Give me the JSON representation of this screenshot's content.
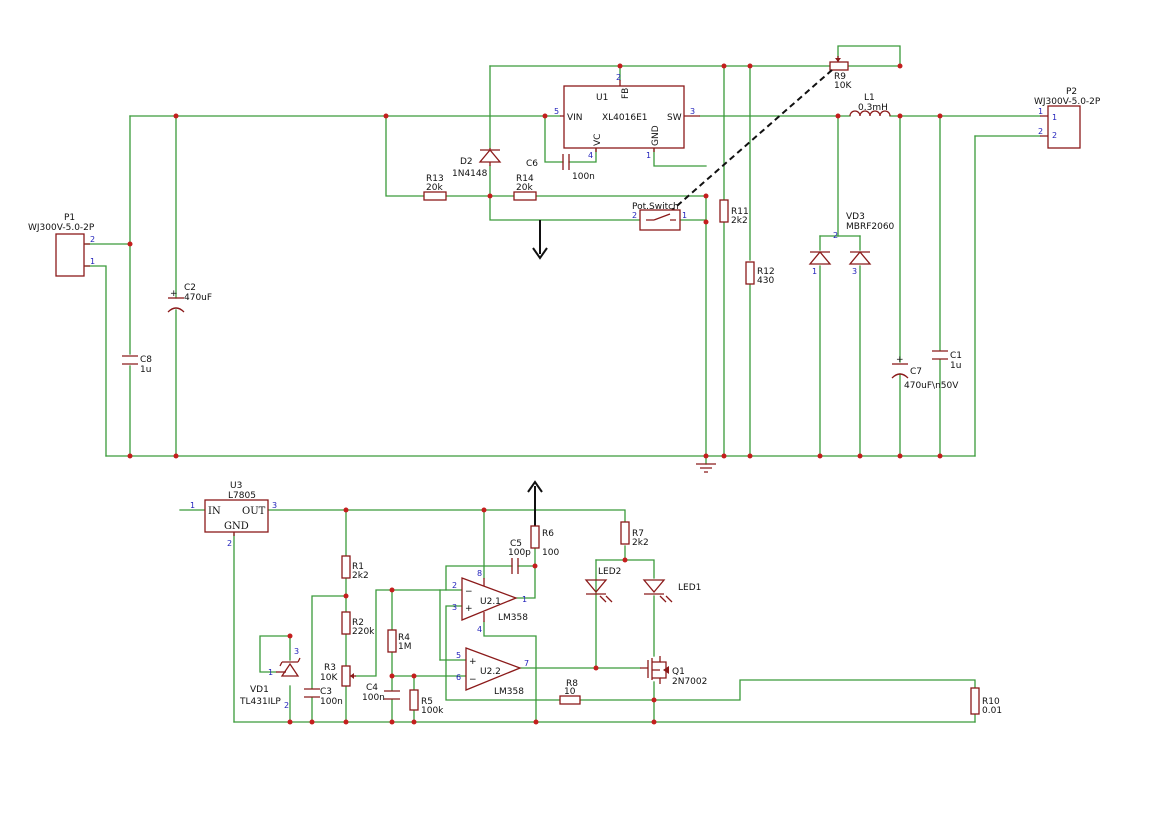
{
  "components": {
    "p1": {
      "ref": "P1",
      "value": "WJ300V-5.0-2P",
      "pin1": "1",
      "pin2": "2"
    },
    "p2": {
      "ref": "P2",
      "value": "WJ300V-5.0-2P",
      "pin1": "1",
      "pin2": "2"
    },
    "u1": {
      "ref": "U1",
      "value": "XL4016E1",
      "vin": "VIN",
      "fb": "FB",
      "sw": "SW",
      "vc": "VC",
      "gnd": "GND",
      "p1": "1",
      "p2": "2",
      "p3": "3",
      "p4": "4",
      "p5": "5"
    },
    "u3": {
      "ref": "U3",
      "value": "L7805",
      "in": "IN",
      "out": "OUT",
      "gnd": "GND",
      "p1": "1",
      "p2": "2",
      "p3": "3"
    },
    "u21": {
      "ref": "U2.1",
      "value": "LM358",
      "p1": "1",
      "p2": "2",
      "p3": "3",
      "p4": "4",
      "p8": "8"
    },
    "u22": {
      "ref": "U2.2",
      "value": "LM358",
      "p5": "5",
      "p6": "6",
      "p7": "7"
    },
    "r9": {
      "ref": "R9",
      "value": "10K"
    },
    "l1": {
      "ref": "L1",
      "value": "0.3mH"
    },
    "d2": {
      "ref": "D2",
      "value": "1N4148"
    },
    "c6": {
      "ref": "C6",
      "value": "100n"
    },
    "r13": {
      "ref": "R13",
      "value": "20k"
    },
    "r14": {
      "ref": "R14",
      "value": "20k"
    },
    "sw": {
      "ref": "Pot.Switch",
      "p1": "1",
      "p2": "2"
    },
    "r11": {
      "ref": "R11",
      "value": "2k2"
    },
    "r12": {
      "ref": "R12",
      "value": "430"
    },
    "vd3": {
      "ref": "VD3",
      "value": "MBRF2060",
      "p1": "1",
      "p2": "2",
      "p3": "3"
    },
    "c2": {
      "ref": "C2",
      "value": "470uF"
    },
    "c8": {
      "ref": "C8",
      "value": "1u"
    },
    "c7": {
      "ref": "C7",
      "value": "470uF\\n50V"
    },
    "c1": {
      "ref": "C1",
      "value": "1u"
    },
    "r1": {
      "ref": "R1",
      "value": "2k2"
    },
    "r2": {
      "ref": "R2",
      "value": "220k"
    },
    "r3": {
      "ref": "R3",
      "value": "10K"
    },
    "r4": {
      "ref": "R4",
      "value": "1M"
    },
    "r5": {
      "ref": "R5",
      "value": "100k"
    },
    "r6": {
      "ref": "R6",
      "value": "100"
    },
    "r7": {
      "ref": "R7",
      "value": "2k2"
    },
    "r8": {
      "ref": "R8",
      "value": "10"
    },
    "r10": {
      "ref": "R10",
      "value": "0.01"
    },
    "c3": {
      "ref": "C3",
      "value": "100n"
    },
    "c4": {
      "ref": "C4",
      "value": "100n"
    },
    "c5": {
      "ref": "C5",
      "value": "100p"
    },
    "vd1": {
      "ref": "VD1",
      "value": "TL431ILP",
      "p1": "1",
      "p2": "2",
      "p3": "3"
    },
    "led1": {
      "ref": "LED1"
    },
    "led2": {
      "ref": "LED2"
    },
    "q1": {
      "ref": "Q1",
      "value": "2N7002"
    }
  }
}
